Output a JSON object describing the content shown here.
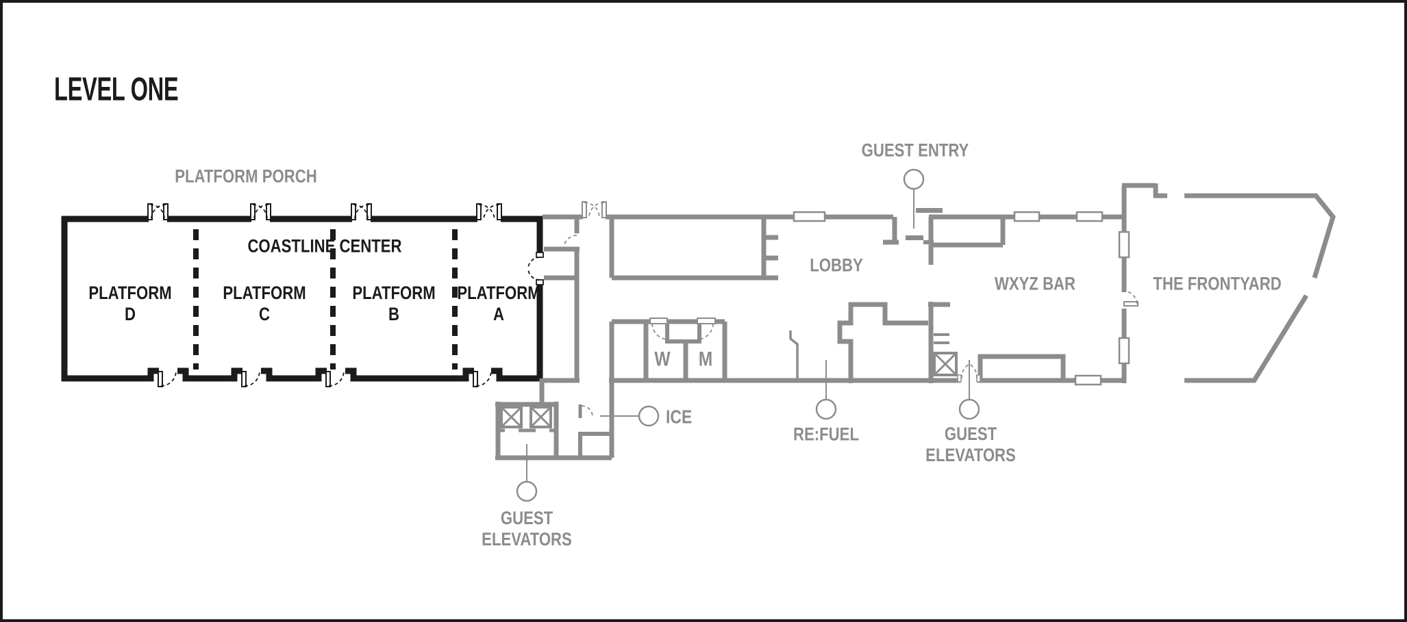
{
  "page": {
    "background": "#ffffff",
    "frame_color": "#1b1b1b"
  },
  "colors": {
    "ink": "#1b1b1b",
    "line": "#8c8c8c"
  },
  "title": "LEVEL ONE",
  "areas": {
    "platform_porch": "PLATFORM PORCH",
    "coastline_center": "COASTLINE CENTER",
    "platforms": [
      {
        "line1": "PLATFORM",
        "line2": "D"
      },
      {
        "line1": "PLATFORM",
        "line2": "C"
      },
      {
        "line1": "PLATFORM",
        "line2": "B"
      },
      {
        "line1": "PLATFORM",
        "line2": "A"
      }
    ],
    "lobby": "LOBBY",
    "wxyz_bar": "WXYZ BAR",
    "frontyard": "THE FRONTYARD",
    "restrooms": {
      "women": "W",
      "men": "M"
    }
  },
  "callouts": {
    "guest_entry": "GUEST ENTRY",
    "ice": "ICE",
    "refuel": "RE:FUEL",
    "guest_elevators_south": {
      "line1": "GUEST",
      "line2": "ELEVATORS"
    },
    "guest_elevators_east": {
      "line1": "GUEST",
      "line2": "ELEVATORS"
    }
  },
  "icons": {
    "elevator": "crossed-box",
    "callout_marker": "circle",
    "door": "quarter-arc-swing",
    "window": "inset-rectangle"
  }
}
